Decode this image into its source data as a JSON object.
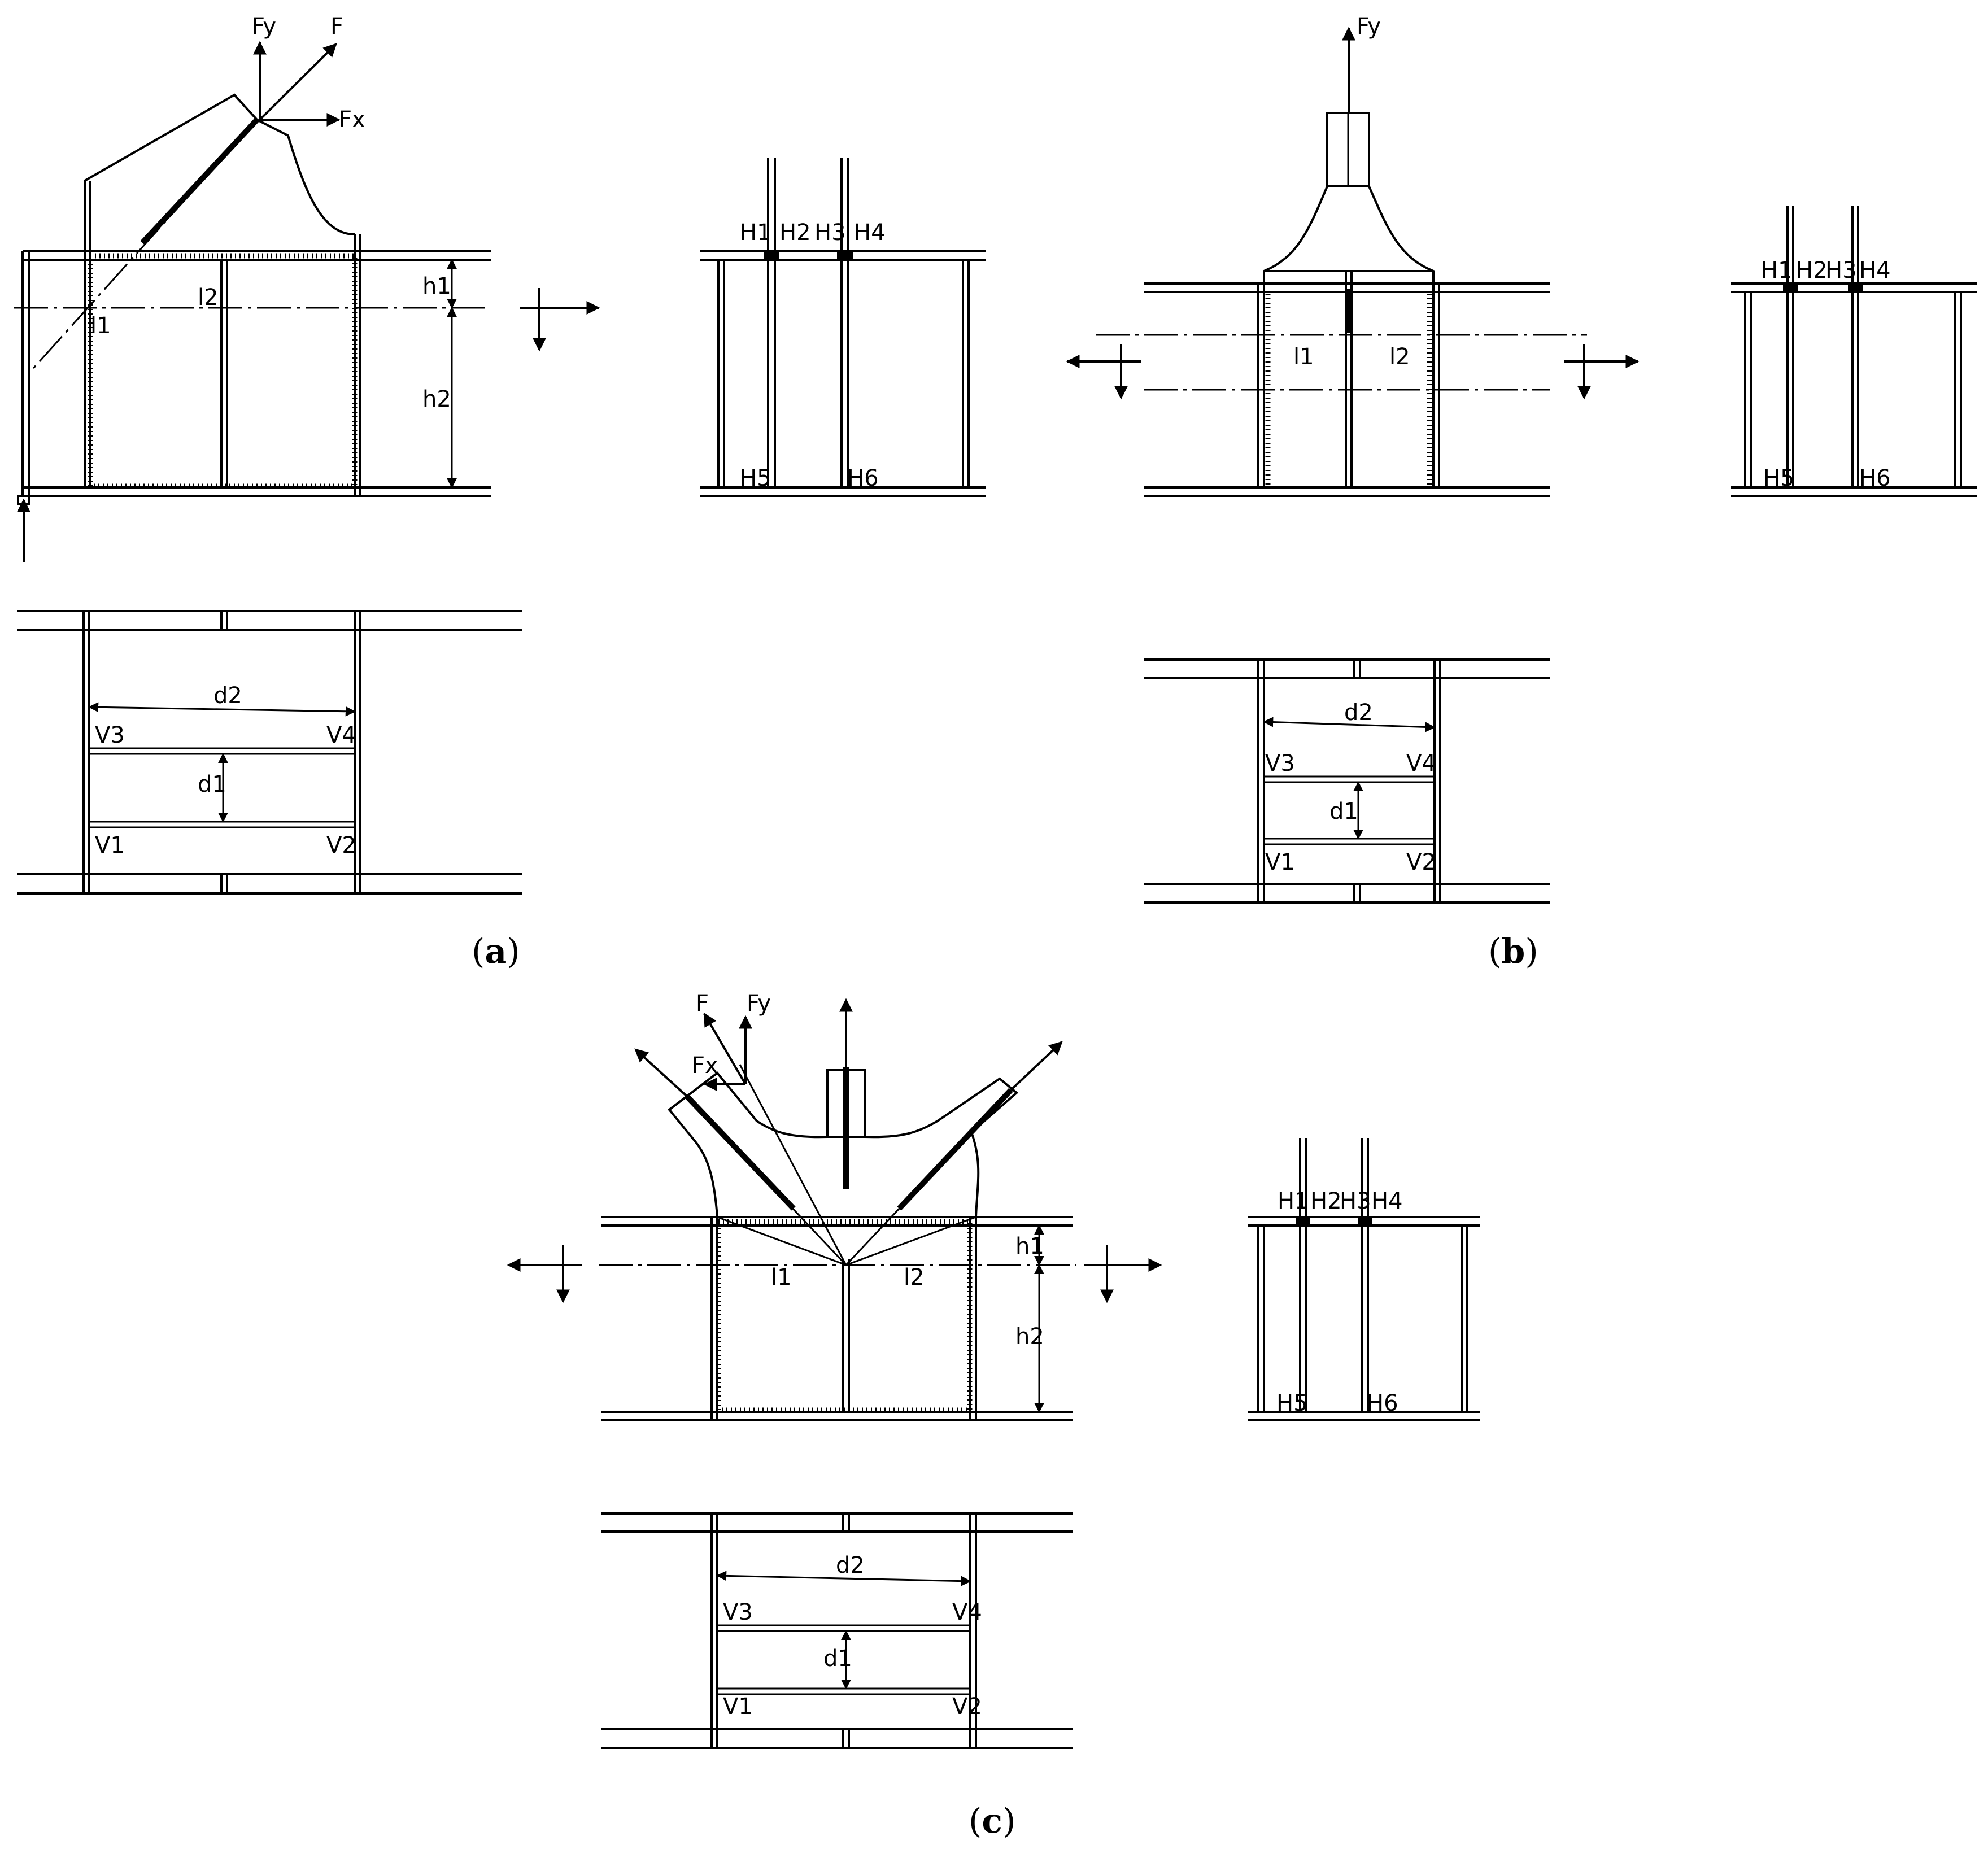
{
  "labels": {
    "Fy": "Fy",
    "F": "F",
    "Fx": "Fx",
    "l1": "l1",
    "l2": "l2",
    "h1": "h1",
    "h2": "h2",
    "d1": "d1",
    "d2": "d2",
    "H1": "H1",
    "H2": "H2",
    "H3": "H3",
    "H4": "H4",
    "H5": "H5",
    "H6": "H6",
    "V1": "V1",
    "V2": "V2",
    "V3": "V3",
    "V4": "V4"
  },
  "captions": {
    "a": {
      "open": "(",
      "letter": "a",
      "close": ")"
    },
    "b": {
      "open": "(",
      "letter": "b",
      "close": ")"
    },
    "c": {
      "open": "(",
      "letter": "c",
      "close": ")"
    }
  }
}
